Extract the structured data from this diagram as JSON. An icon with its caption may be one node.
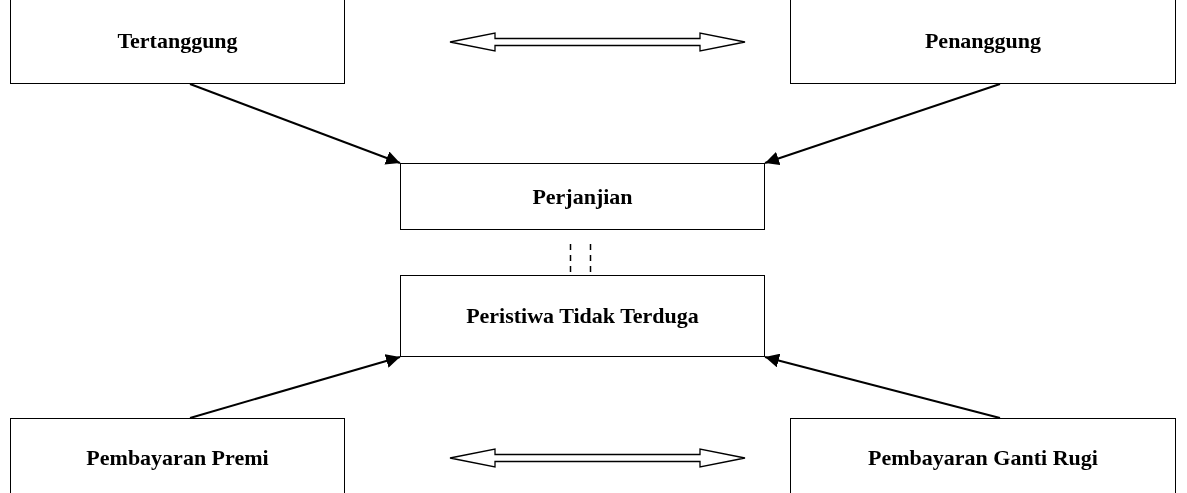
{
  "diagram": {
    "nodes": [
      {
        "text": [
          "Tertanggung"
        ]
      },
      {
        "text": [
          "Penanggung"
        ]
      },
      {
        "text": [
          "Perjanjian"
        ]
      },
      {
        "text": [
          "Peristiwa Tidak Terduga"
        ]
      },
      {
        "text": [
          "Pembayaran Premi"
        ]
      },
      {
        "text": [
          "Pembayaran Ganti Rugi"
        ]
      }
    ],
    "edges": [
      {
        "from": 0,
        "to": 1,
        "arrow": "both",
        "style": "thick"
      },
      {
        "from": 0,
        "to": 2,
        "arrow": "to"
      },
      {
        "from": 1,
        "to": 2,
        "arrow": "to"
      },
      {
        "from": 2,
        "to": 3,
        "arrow": "none",
        "style": "dashed"
      },
      {
        "from": 4,
        "to": 3,
        "arrow": "to"
      },
      {
        "from": 5,
        "to": 3,
        "arrow": "to"
      },
      {
        "from": 4,
        "to": 5,
        "arrow": "both",
        "style": "thick"
      }
    ]
  }
}
